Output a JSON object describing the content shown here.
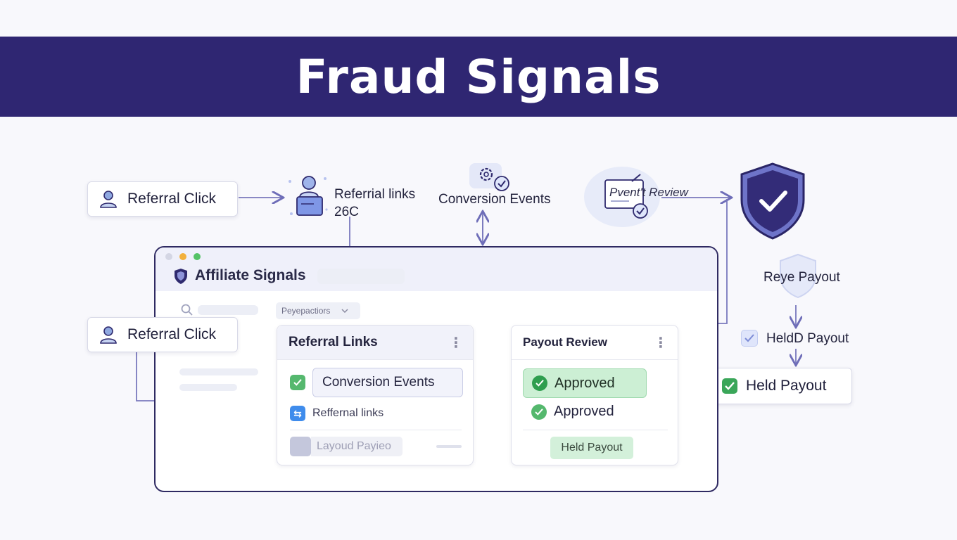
{
  "header": {
    "title": "Fraud Signals"
  },
  "top_flow": {
    "referral_click": "Referral Click",
    "referral_links_title": "Referrial links",
    "referral_links_value": "26C",
    "conversion_events": "Conversion Events",
    "event_review": "Pvent't Review"
  },
  "side_flow": {
    "reye_payout": "Reye Payout",
    "heldd_payout": "HeldD Payout",
    "held_payout": "Held Payout"
  },
  "window": {
    "title": "Affiliate Signals",
    "filter_label": "Peyepactiors",
    "left_chip": "Referral Click",
    "referral_card": {
      "title": "Referral Links",
      "item_1": "Conversion Events",
      "item_2": "Reffernal links",
      "item_3": "Layoud Payieo"
    },
    "payout_card": {
      "title": "Payout Review",
      "item_1": "Approved",
      "item_2": "Approved",
      "item_3": "Held Payout"
    }
  },
  "colors": {
    "banner": "#2f2672",
    "accent": "#6b68c9",
    "success": "#3aa659",
    "shield": "#2f2a6e"
  }
}
